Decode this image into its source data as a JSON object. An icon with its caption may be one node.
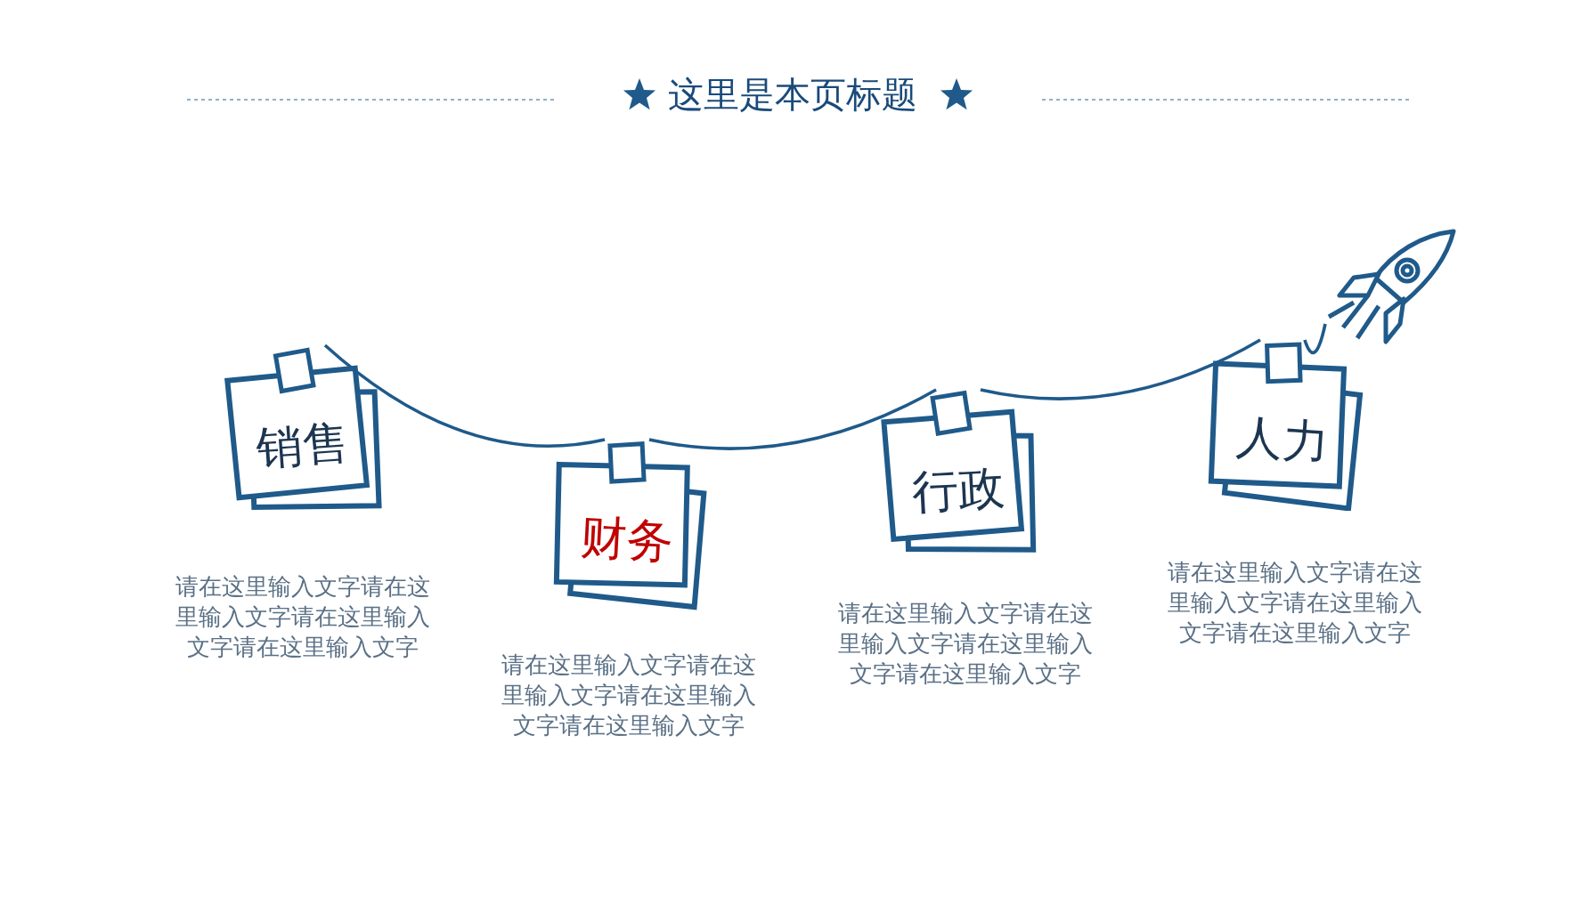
{
  "diagram": {
    "title": "这里是本页标题",
    "nodes": [
      {
        "text": [
          "销售"
        ],
        "beside": [
          "请在这里输入文字请在这里输入文字请在这里输入文字请在这里输入文字"
        ]
      },
      {
        "text": [
          "财务"
        ],
        "beside": [
          "请在这里输入文字请在这里输入文字请在这里输入文字请在这里输入文字"
        ]
      },
      {
        "text": [
          "行政"
        ],
        "beside": [
          "请在这里输入文字请在这里输入文字请在这里输入文字请在这里输入文字"
        ]
      },
      {
        "text": [
          "人力"
        ],
        "beside": [
          "请在这里输入文字请在这里输入文字请在这里输入文字请在这里输入文字"
        ]
      },
      {
        "text": [],
        "shape": "picture"
      }
    ],
    "edges": [
      {
        "from": 0,
        "to": 1,
        "arrow": "none"
      },
      {
        "from": 1,
        "to": 2,
        "arrow": "none"
      },
      {
        "from": 2,
        "to": 3,
        "arrow": "none"
      },
      {
        "from": 3,
        "to": 4,
        "arrow": "none"
      }
    ]
  }
}
